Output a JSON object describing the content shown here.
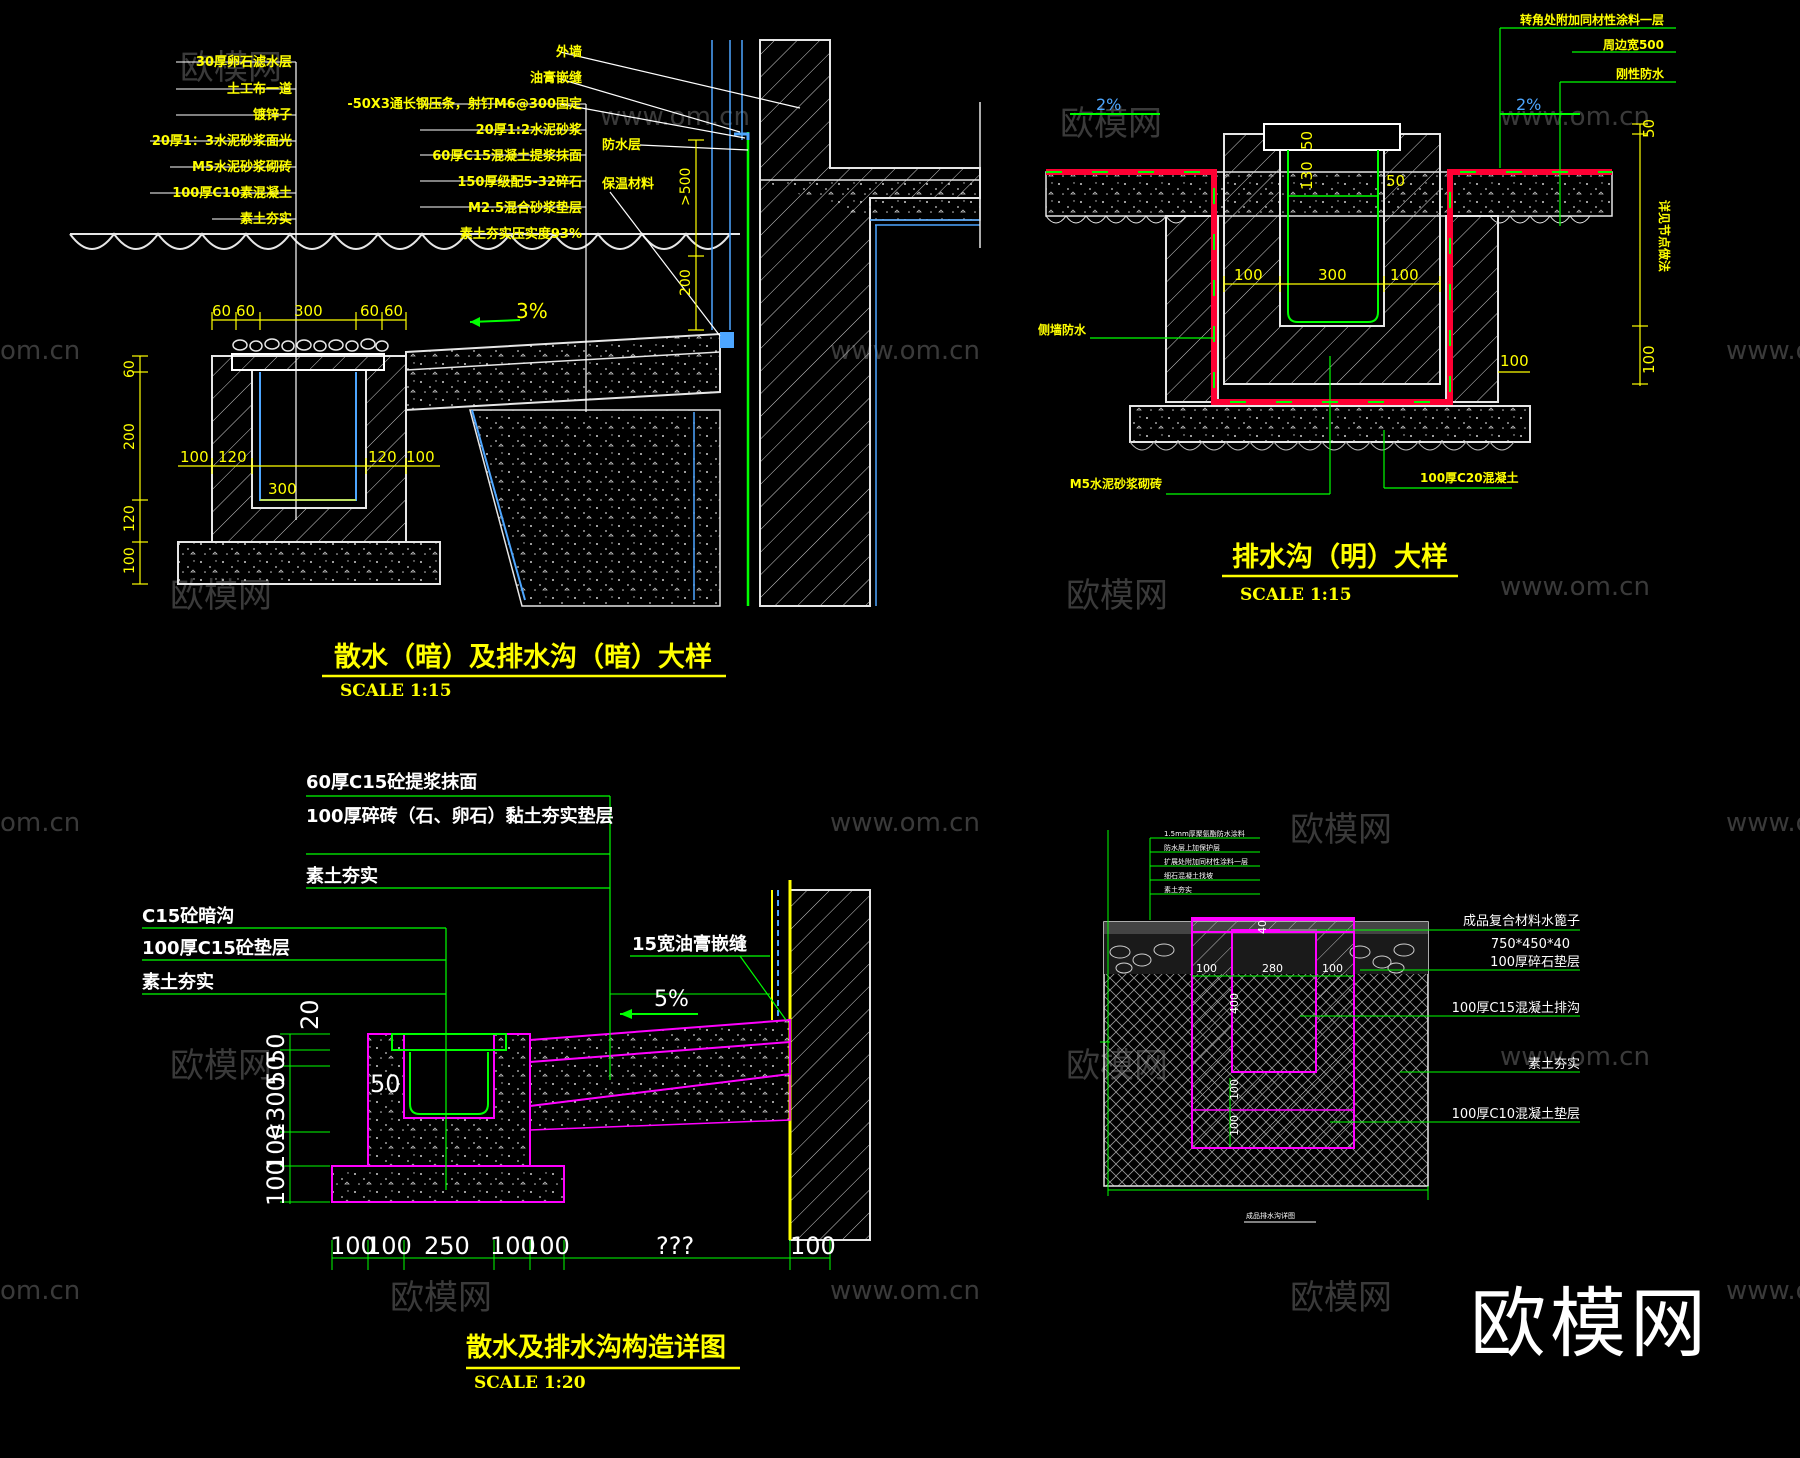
{
  "panels": {
    "top_left": {
      "title": "散水（暗）及排水沟（暗）大样",
      "scale": "SCALE 1:15",
      "labels_left": [
        "30厚卵石滤水层",
        "土工布一道",
        "镀锌子",
        "20厚1：3水泥砂浆面光",
        "M5水泥砂浆砌砖",
        "100厚C10素混凝土",
        "素土夯实"
      ],
      "labels_right": [
        "外墙",
        "油膏嵌缝",
        "-50X3通长钢压条，射钉M6@300固定",
        "20厚1:2水泥砂浆",
        "60厚C15混凝土提浆抹面",
        "150厚级配5-32碎石",
        "M2.5混合砂浆垫层",
        "素土夯实压实度93%"
      ],
      "callouts": [
        "防水层",
        "保温材料"
      ],
      "slope": "3%",
      "dims_top": [
        "60",
        "60",
        "300",
        "60",
        "60"
      ],
      "dims_mid": [
        "100",
        "120",
        "300",
        "120",
        "100"
      ],
      "dims_left": [
        "60",
        "200",
        "120",
        "100"
      ],
      "dims_wall": [
        ">500",
        "200"
      ]
    },
    "top_right": {
      "title": "排水沟（明）大样",
      "scale": "SCALE 1:15",
      "labels_top": [
        "转角处附加同材性涂料一层",
        "周边宽500",
        "刚性防水"
      ],
      "label_right_vertical": "详见节点做法",
      "label_left": "侧墙防水",
      "label_bottom_left": "M5水泥砂浆砌砖",
      "label_bottom_right": "100厚C20混凝土",
      "slopes": [
        "2%",
        "2%"
      ],
      "dims": [
        "50",
        "130",
        "50",
        "100",
        "300",
        "100",
        "100",
        "50",
        "100"
      ]
    },
    "bottom_left": {
      "title": "散水及排水沟构造详图",
      "scale": "SCALE 1:20",
      "labels_upper": [
        "60厚C15砼提浆抹面",
        "100厚碎砖（石、卵石）黏土夯实垫层",
        "素土夯实"
      ],
      "labels_lower": [
        "C15砼暗沟",
        "100厚C15砼垫层",
        "素土夯实"
      ],
      "label_joint": "15宽油膏嵌缝",
      "slope": "5%",
      "dims_left": [
        "20",
        "50",
        "50",
        "≤300",
        "100",
        "100"
      ],
      "dim_small": "50",
      "dims_bottom": [
        "100",
        "100",
        "250",
        "100",
        "100",
        "???",
        "100"
      ]
    },
    "bottom_right": {
      "labels_tiny": [
        "1.5mm厚聚氨酯防水涂料",
        "防水层上加保护层",
        "扩展处附加同材性涂料一层",
        "细石混凝土找坡",
        "素土夯实"
      ],
      "labels_right": [
        "成品复合材料水篦子",
        "750*450*40",
        "100厚碎石垫层",
        "100厚C15混凝土排沟",
        "素土夯实",
        "100厚C10混凝土垫层"
      ],
      "dims": [
        "40",
        "100",
        "280",
        "100",
        "400",
        "100",
        "100"
      ],
      "caption": "成品排水沟详图"
    }
  },
  "watermarks": {
    "cn": "欧模网",
    "url": "www.om.cn",
    "url_cut": "om.cn",
    "url_cut2": "www.om."
  },
  "brand": "欧模网",
  "colors": {
    "background": "#000000",
    "yellow": "#ffff00",
    "white": "#ffffff",
    "green": "#00ff00",
    "magenta": "#ff00ff",
    "red": "#ff0033",
    "cyan": "#00bfff"
  }
}
